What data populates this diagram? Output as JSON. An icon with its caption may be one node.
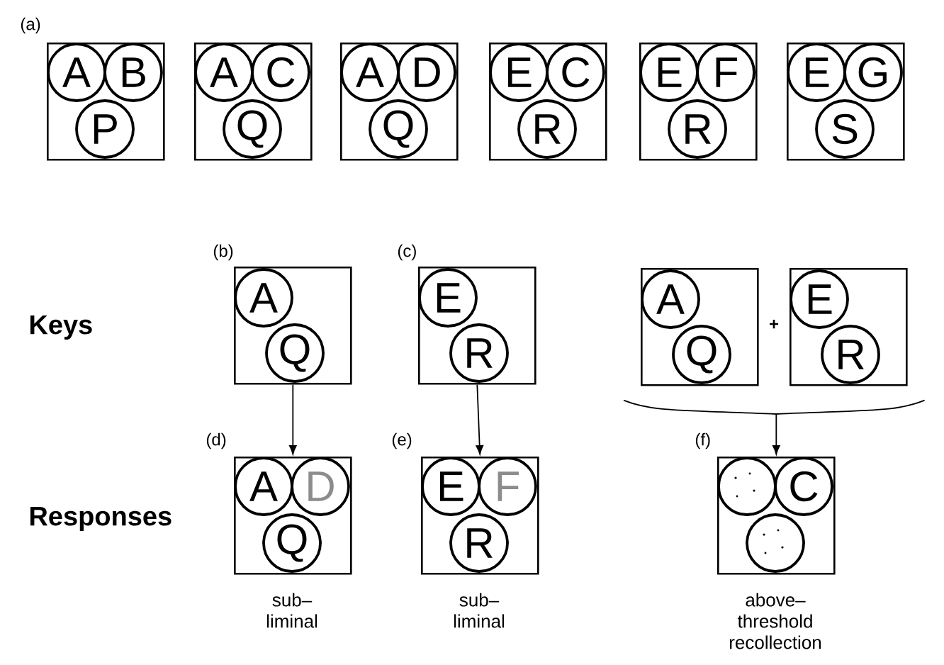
{
  "diagram": {
    "nodes": [
      {
        "text": [],
        "shape": "box"
      },
      {
        "text": [
          "A"
        ],
        "in": 0
      },
      {
        "text": [
          "B"
        ],
        "in": 0
      },
      {
        "text": [
          "P"
        ],
        "in": 0
      },
      {
        "text": [],
        "shape": "box"
      },
      {
        "text": [
          "A"
        ],
        "in": 4
      },
      {
        "text": [
          "C"
        ],
        "in": 4
      },
      {
        "text": [
          "Q"
        ],
        "in": 4
      },
      {
        "text": [],
        "shape": "box"
      },
      {
        "text": [
          "A"
        ],
        "in": 8
      },
      {
        "text": [
          "D"
        ],
        "in": 8
      },
      {
        "text": [
          "Q"
        ],
        "in": 8
      },
      {
        "text": [],
        "shape": "box"
      },
      {
        "text": [
          "E"
        ],
        "in": 12
      },
      {
        "text": [
          "C"
        ],
        "in": 12
      },
      {
        "text": [
          "R"
        ],
        "in": 12
      },
      {
        "text": [],
        "shape": "box"
      },
      {
        "text": [
          "E"
        ],
        "in": 16
      },
      {
        "text": [
          "F"
        ],
        "in": 16
      },
      {
        "text": [
          "R"
        ],
        "in": 16
      },
      {
        "text": [],
        "shape": "box"
      },
      {
        "text": [
          "E"
        ],
        "in": 20
      },
      {
        "text": [
          "G"
        ],
        "in": 20
      },
      {
        "text": [
          "S"
        ],
        "in": 20
      },
      {
        "text": [],
        "shape": "box"
      },
      {
        "text": [
          "A"
        ],
        "in": 24
      },
      {
        "text": [
          "Q"
        ],
        "in": 24
      },
      {
        "text": [],
        "shape": "box"
      },
      {
        "text": [
          "E"
        ],
        "in": 27
      },
      {
        "text": [
          "R"
        ],
        "in": 27
      },
      {
        "text": [],
        "shape": "box"
      },
      {
        "text": [
          "A"
        ],
        "in": 30
      },
      {
        "text": [
          "Q"
        ],
        "in": 30
      },
      {
        "text": [],
        "shape": "box"
      },
      {
        "text": [
          "E"
        ],
        "in": 33
      },
      {
        "text": [
          "R"
        ],
        "in": 33
      },
      {
        "text": [],
        "shape": "box",
        "beside": [
          "sub– liminal"
        ]
      },
      {
        "text": [
          "A"
        ],
        "in": 36
      },
      {
        "text": [
          "D"
        ],
        "in": 36
      },
      {
        "text": [
          "Q"
        ],
        "in": 36
      },
      {
        "text": [],
        "shape": "box",
        "beside": [
          "sub– liminal"
        ]
      },
      {
        "text": [
          "E"
        ],
        "in": 40
      },
      {
        "text": [
          "F"
        ],
        "in": 40
      },
      {
        "text": [
          "R"
        ],
        "in": 40
      },
      {
        "text": [],
        "shape": "box",
        "beside": [
          "above– threshold recollection"
        ]
      },
      {
        "text": [],
        "shape": "circle",
        "in": 44
      },
      {
        "text": [
          "C"
        ],
        "in": 44
      },
      {
        "text": [],
        "shape": "circle",
        "in": 44
      }
    ],
    "edges": [
      {
        "from": 24,
        "to": 36,
        "arrow": "to"
      },
      {
        "from": 27,
        "to": 40,
        "arrow": "to"
      },
      {
        "from": 30,
        "to": 44,
        "arrow": "to"
      },
      {
        "from": 33,
        "to": 44,
        "arrow": "to"
      }
    ],
    "labels": [
      "(a)",
      "(b)",
      "(c)",
      "Keys",
      "+",
      "(d)",
      "(e)",
      "(f)",
      "Responses"
    ]
  }
}
